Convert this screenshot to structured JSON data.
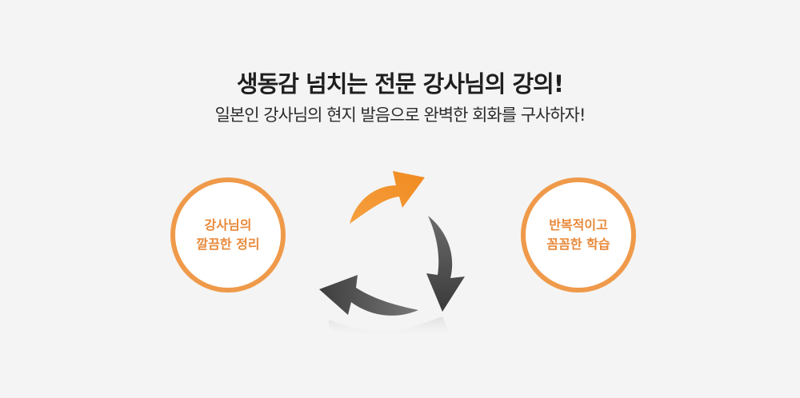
{
  "headline": "생동감 넘치는 전문 강사님의 강의!",
  "subline": "일본인 강사님의 현지 발음으로 완벽한 회화를 구사하자!",
  "left_circle": {
    "line1": "강사님의",
    "line2": "깔끔한 정리"
  },
  "right_circle": {
    "line1": "반복적이고",
    "line2": "꼼꼼한 학습"
  },
  "cycle_icon": "refresh-cycle-arrows-icon",
  "colors": {
    "accent_orange": "#ef9a4a",
    "dark_arrow": "#555555",
    "background": "#f4f4f4"
  }
}
